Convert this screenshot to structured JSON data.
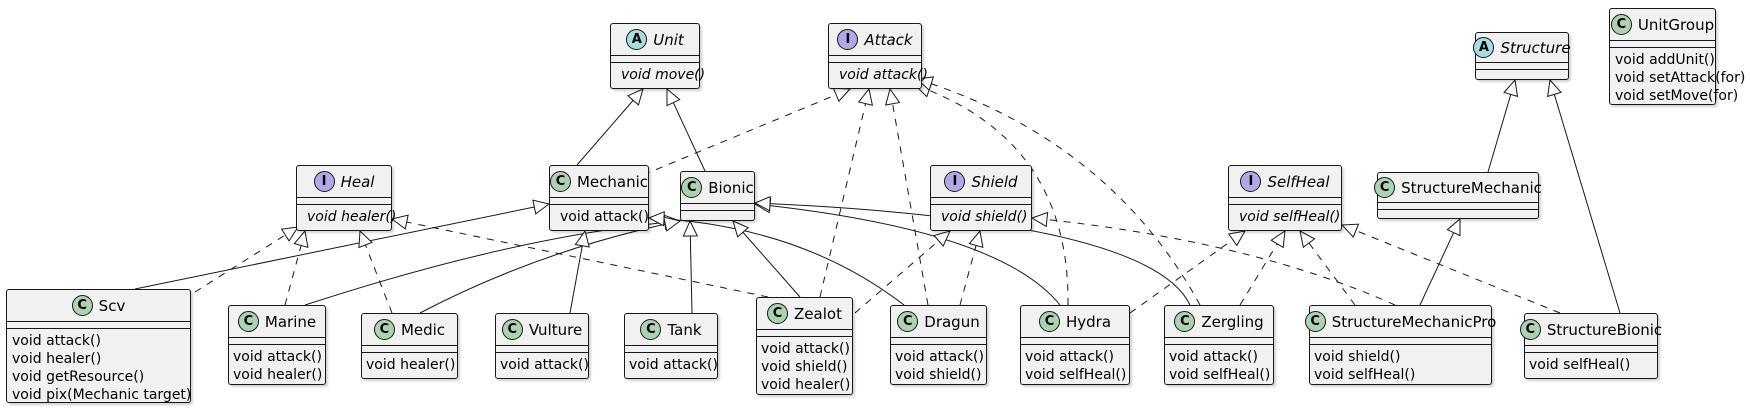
{
  "classes": {
    "unit": {
      "name": "Unit",
      "kind": "A",
      "methods": [
        "void move()"
      ]
    },
    "attack": {
      "name": "Attack",
      "kind": "I",
      "methods": [
        "void attack()"
      ]
    },
    "structure": {
      "name": "Structure",
      "kind": "A",
      "methods": []
    },
    "unitgroup": {
      "name": "UnitGroup",
      "kind": "C",
      "methods": [
        "void addUnit()",
        "void setAttack(for)",
        "void setMove(for)"
      ]
    },
    "heal": {
      "name": "Heal",
      "kind": "I",
      "methods": [
        "void healer()"
      ]
    },
    "mechanic": {
      "name": "Mechanic",
      "kind": "C",
      "methods": [
        "void attack()"
      ]
    },
    "bionic": {
      "name": "Bionic",
      "kind": "C",
      "methods": []
    },
    "shield": {
      "name": "Shield",
      "kind": "I",
      "methods": [
        "void shield()"
      ]
    },
    "selfheal": {
      "name": "SelfHeal",
      "kind": "I",
      "methods": [
        "void selfHeal()"
      ]
    },
    "structuremechanic": {
      "name": "StructureMechanic",
      "kind": "C",
      "methods": []
    },
    "scv": {
      "name": "Scv",
      "kind": "C",
      "methods": [
        "void attack()",
        "void healer()",
        "void getResource()",
        "void pix(Mechanic target)"
      ]
    },
    "marine": {
      "name": "Marine",
      "kind": "C",
      "methods": [
        "void attack()",
        "void healer()"
      ]
    },
    "medic": {
      "name": "Medic",
      "kind": "C",
      "methods": [
        "void healer()"
      ]
    },
    "vulture": {
      "name": "Vulture",
      "kind": "C",
      "methods": [
        "void attack()"
      ]
    },
    "tank": {
      "name": "Tank",
      "kind": "C",
      "methods": [
        "void attack()"
      ]
    },
    "zealot": {
      "name": "Zealot",
      "kind": "C",
      "methods": [
        "void attack()",
        "void shield()",
        "void healer()"
      ]
    },
    "dragun": {
      "name": "Dragun",
      "kind": "C",
      "methods": [
        "void attack()",
        "void shield()"
      ]
    },
    "hydra": {
      "name": "Hydra",
      "kind": "C",
      "methods": [
        "void attack()",
        "void selfHeal()"
      ]
    },
    "zergling": {
      "name": "Zergling",
      "kind": "C",
      "methods": [
        "void attack()",
        "void selfHeal()"
      ]
    },
    "structuremechanicpro": {
      "name": "StructureMechanicPro",
      "kind": "C",
      "methods": [
        "void shield()",
        "void selfHeal()"
      ]
    },
    "structurebionic": {
      "name": "StructureBionic",
      "kind": "C",
      "methods": [
        "void selfHeal()"
      ]
    }
  },
  "colors": {
    "class_badge": "#add1b2",
    "abstract_badge": "#a9dcdf",
    "interface_badge": "#b4a7e5",
    "box_fill": "#f1f1f1",
    "line": "#181818"
  }
}
